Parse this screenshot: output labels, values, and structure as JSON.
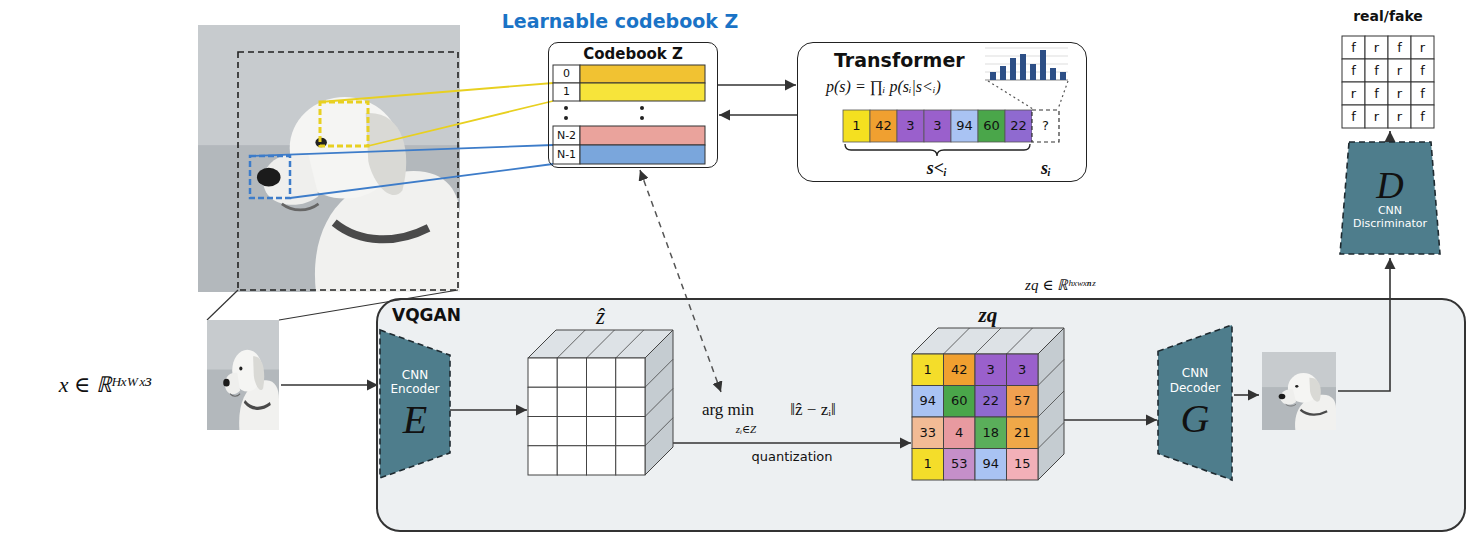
{
  "diagram": {
    "nodes": [
      {
        "text": [
          "Codebook Z"
        ]
      },
      {
        "text": [
          "Transformer",
          "p(s) = ∏ᵢ p(sᵢ|s<ᵢ)"
        ]
      },
      {
        "text": [
          "real/fake"
        ]
      },
      {
        "text": [
          "D",
          "CNN Discriminator"
        ]
      },
      {
        "text": [
          "VQGAN"
        ]
      },
      {
        "text": [
          "CNN Encoder",
          "E"
        ],
        "in": 4
      },
      {
        "text": [
          "ẑ"
        ],
        "in": 4
      },
      {
        "text": [
          "zq"
        ],
        "in": 4
      },
      {
        "text": [
          "CNN Decoder",
          "G"
        ],
        "in": 4
      }
    ],
    "edges": [
      {
        "from": 0,
        "to": 1,
        "arrow": "to"
      },
      {
        "from": 1,
        "to": 0,
        "arrow": "to"
      },
      {
        "from": 3,
        "to": 2,
        "arrow": "to"
      },
      {
        "from": 5,
        "to": 6,
        "arrow": "to"
      },
      {
        "from": 6,
        "to": 7,
        "arrow": "to",
        "label": "quantization"
      },
      {
        "from": 7,
        "to": 8,
        "arrow": "to"
      }
    ],
    "labels": [
      "Learnable codebook Z",
      "0",
      "1",
      "N-2",
      "N-1",
      "1",
      "42",
      "3",
      "3",
      "94",
      "60",
      "22",
      "?",
      "s<ᵢ",
      "sᵢ",
      "f",
      "r",
      "f",
      "r",
      "f",
      "f",
      "r",
      "f",
      "r",
      "f",
      "r",
      "f",
      "f",
      "r",
      "r",
      "f",
      "x ∈ ℝᴴˣᵂˣ³",
      "arg min",
      "zᵢ∈Z",
      "‖ẑ − zᵢ‖",
      "zq ∈ ℝʰˣʷˣⁿᶻ",
      "1",
      "42",
      "3",
      "3",
      "94",
      "60",
      "22",
      "57",
      "33",
      "4",
      "18",
      "21",
      "1",
      "53",
      "94",
      "15"
    ]
  }
}
